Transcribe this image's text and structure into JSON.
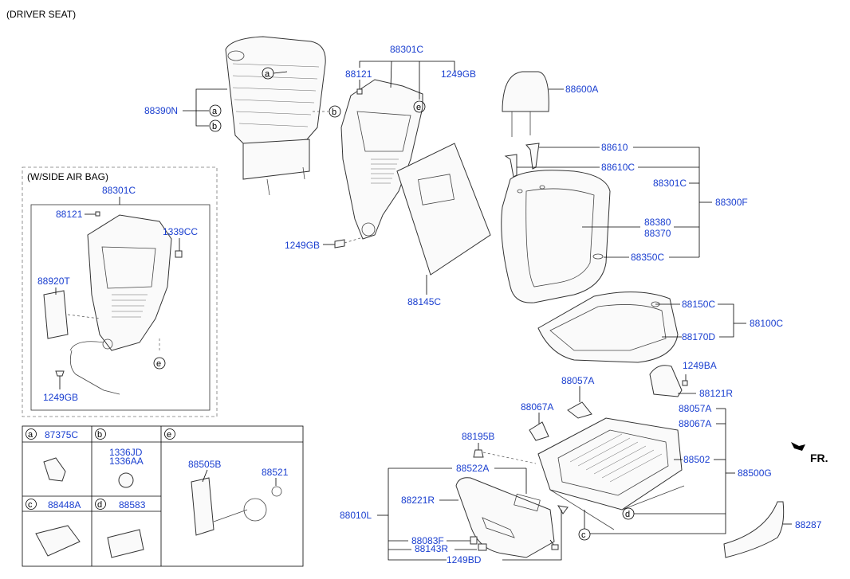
{
  "title": "(DRIVER SEAT)",
  "airbag_box_title": "(W/SIDE AIR BAG)",
  "callouts": [
    "a",
    "b",
    "c",
    "d",
    "e"
  ],
  "labels": {
    "p88390N": "88390N",
    "p88301C_top": "88301C",
    "p88121_top": "88121",
    "p1249GB_top": "1249GB",
    "p88600A": "88600A",
    "p88610": "88610",
    "p88610C": "88610C",
    "p88301C_r": "88301C",
    "p88300F": "88300F",
    "p88380": "88380",
    "p88370": "88370",
    "p88350C": "88350C",
    "p1249GB_mid": "1249GB",
    "p88145C": "88145C",
    "p88150C": "88150C",
    "p88170D": "88170D",
    "p88100C": "88100C",
    "p1249BA": "1249BA",
    "p88121R": "88121R",
    "p88057A_a": "88057A",
    "p88067A_a": "88067A",
    "p88057A_b": "88057A",
    "p88067A_b": "88067A",
    "p88195B": "88195B",
    "p88502": "88502",
    "p88500G": "88500G",
    "p88522A": "88522A",
    "p88221R": "88221R",
    "p88010L": "88010L",
    "p88083F": "88083F",
    "p88143R": "88143R",
    "p1249BD": "1249BD",
    "p88287": "88287",
    "fr": "FR.",
    "ab_88301C": "88301C",
    "ab_88121": "88121",
    "ab_1339CC": "1339CC",
    "ab_88920T": "88920T",
    "ab_1249GB": "1249GB"
  },
  "table": {
    "a_part": "87375C",
    "b_part1": "1336JD",
    "b_part2": "1336AA",
    "e_part1": "88505B",
    "e_part2": "88521",
    "c_part": "88448A",
    "d_part": "88583"
  }
}
